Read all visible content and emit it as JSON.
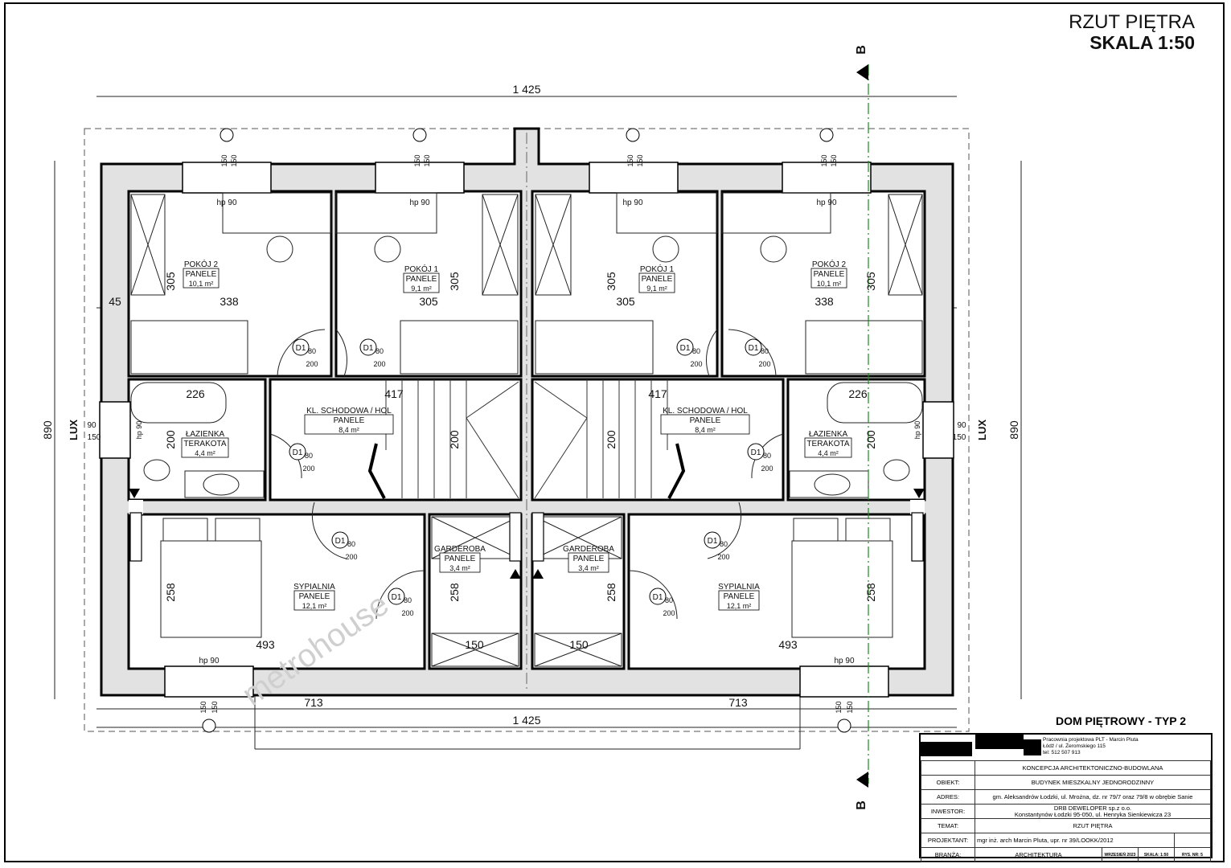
{
  "header": {
    "title": "RZUT PIĘTRA",
    "scale": "SKALA 1:50"
  },
  "subtitle": "DOM PIĘTROWY - TYP 2",
  "section_marker": "B",
  "watermark": "metrohouse",
  "dims": {
    "total_width": "1 425",
    "half_width": "713",
    "total_height": "890",
    "left_margin": "45",
    "pokoj2_width": "338",
    "pokoj1_width": "305",
    "room_height": "305",
    "bath_width": "226",
    "hall_width": "417",
    "mid_height": "200",
    "bedroom_width": "493",
    "bedroom_height": "258",
    "wardrobe_width": "150",
    "sill": "hp 90",
    "window_dim": "150",
    "window_side_w": "90",
    "window_side_h": "150",
    "door_w": "80",
    "door_h": "200",
    "lux": "LUX"
  },
  "door_tag": "D1",
  "rooms": {
    "pokoj2": {
      "name": "POKÓJ 2",
      "floor": "PANELE",
      "area": "10,1 m²"
    },
    "pokoj1": {
      "name": "POKÓJ 1",
      "floor": "PANELE",
      "area": "9,1 m²"
    },
    "lazienka": {
      "name": "ŁAZIENKA",
      "floor": "TERAKOTA",
      "area": "4,4 m²"
    },
    "hol": {
      "name": "KL. SCHODOWA / HOL",
      "floor": "PANELE",
      "area": "8,4 m²"
    },
    "garderoba": {
      "name": "GARDEROBA",
      "floor": "PANELE",
      "area": "3,4 m²"
    },
    "sypialnia": {
      "name": "SYPIALNIA",
      "floor": "PANELE",
      "area": "12,1 m²"
    }
  },
  "title_block": {
    "firm_line1": "Pracownia projektowa PLT - Marcin Pluta",
    "firm_line2": "Łódź / ul. Żeromskiego 115",
    "firm_line3": "tel: 512 507 913",
    "heading": "KONCEPCJA ARCHITEKTONICZNO-BUDOWLANA",
    "rows": [
      {
        "label": "OBIEKT:",
        "value": "BUDYNEK MIESZKALNY JEDNORODZINNY"
      },
      {
        "label": "ADRES:",
        "value": "gm. Aleksandrów Łodzki, ul. Mrożna, dz. nr 79/7 oraz 79/8 w obrębie Sanie"
      },
      {
        "label": "INWESTOR:",
        "value": "DRB DEWELOPER sp.z o.o.",
        "value2": "Konstantynów Łodzki 95-050, ul. Henryka Sienkiewicza 23"
      },
      {
        "label": "TEMAT:",
        "value": "RZUT PIĘTRA"
      },
      {
        "label": "PROJEKTANT:",
        "value": "mgr inż. arch Marcin Pluta, upr. nr 39/LOOKK/2012"
      }
    ],
    "branza_label": "BRANŻA:",
    "branza": "ARCHITEKTURA",
    "date": "WRZESIEŃ 2023",
    "scale": "SKALA: 1:50",
    "sheet": "RYS. NR: 5"
  }
}
